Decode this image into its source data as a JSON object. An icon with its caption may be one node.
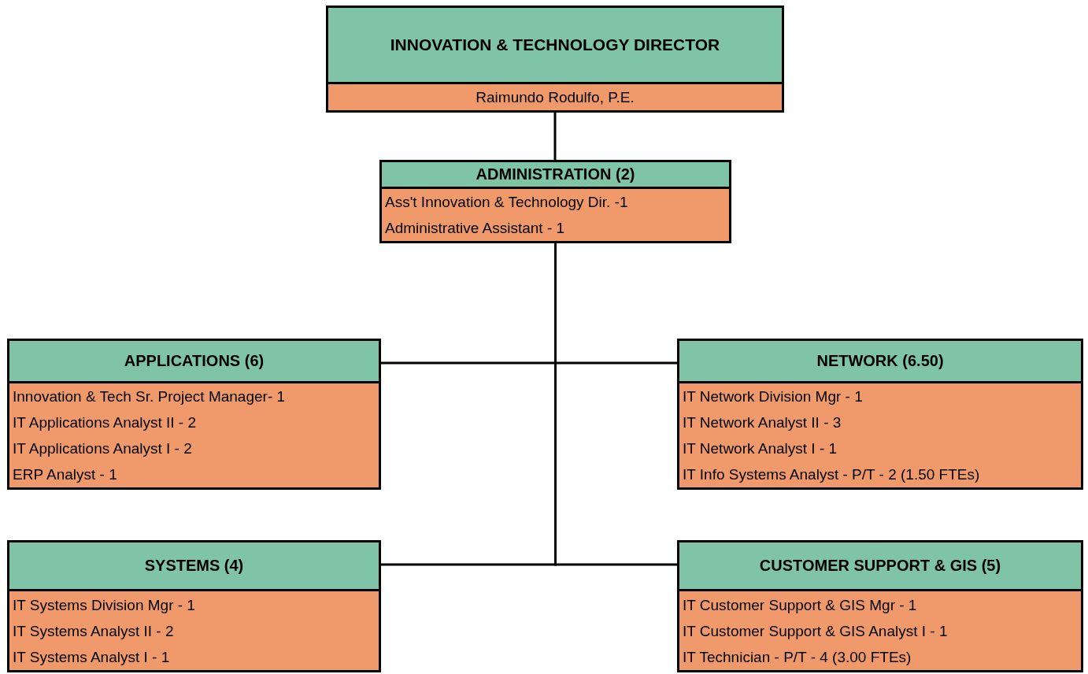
{
  "diagram": {
    "nodes": [
      {
        "text": [
          "INNOVATION & TECHNOLOGY DIRECTOR",
          "Raimundo Rodulfo, P.E."
        ]
      },
      {
        "text": [
          "ADMINISTRATION (2)",
          "Ass't Innovation & Technology Dir. -1",
          "Administrative Assistant - 1"
        ]
      },
      {
        "text": [
          "APPLICATIONS (6)",
          "Innovation & Tech Sr. Project Manager- 1",
          "IT Applications Analyst II - 2",
          "IT Applications Analyst I - 2",
          "ERP Analyst - 1"
        ]
      },
      {
        "text": [
          "NETWORK (6.50)",
          "IT Network Division Mgr - 1",
          "IT Network Analyst II - 3",
          "IT Network Analyst I - 1",
          "IT Info Systems Analyst - P/T - 2 (1.50 FTEs)"
        ]
      },
      {
        "text": [
          "SYSTEMS (4)",
          "IT Systems Division Mgr - 1",
          "IT Systems Analyst II - 2",
          "IT Systems Analyst I - 1"
        ]
      },
      {
        "text": [
          "CUSTOMER SUPPORT & GIS (5)",
          "IT Customer Support & GIS Mgr - 1",
          "IT Customer Support & GIS Analyst I - 1",
          "IT Technician - P/T - 4 (3.00 FTEs)"
        ]
      }
    ],
    "edges": [
      {
        "from": 0,
        "to": 1,
        "arrow": "none"
      },
      {
        "from": 1,
        "to": 2,
        "arrow": "none"
      },
      {
        "from": 1,
        "to": 3,
        "arrow": "none"
      },
      {
        "from": 1,
        "to": 4,
        "arrow": "none"
      },
      {
        "from": 1,
        "to": 5,
        "arrow": "none"
      }
    ]
  }
}
